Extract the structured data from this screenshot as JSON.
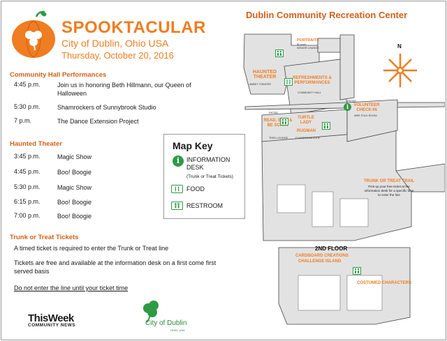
{
  "event": {
    "title": "SPOOKTACULAR",
    "city": "City of Dublin, Ohio USA",
    "date": "Thursday, October 20, 2016"
  },
  "community_hall": {
    "heading": "Community Hall Performances",
    "rows": [
      {
        "time": "4:45 p.m.",
        "desc": "Join us in honoring Beth Hillmann, our Queen of Halloween"
      },
      {
        "time": "5:30 p.m.",
        "desc": "Shamrockers of Sunnybrook Studio"
      },
      {
        "time": "7 p.m.",
        "desc": "The Dance Extension Project"
      }
    ]
  },
  "haunted_theater": {
    "heading": "Haunted Theater",
    "rows": [
      {
        "time": "3:45 p.m.",
        "desc": "Magic Show"
      },
      {
        "time": "4:45 p.m.",
        "desc": "Boo! Boogie"
      },
      {
        "time": "5:30 p.m.",
        "desc": "Magic Show"
      },
      {
        "time": "6:15 p.m.",
        "desc": "Boo! Boogie"
      },
      {
        "time": "7:00 p.m.",
        "desc": "Boo! Boogie"
      }
    ]
  },
  "trunk_or_treat": {
    "heading": "Trunk or Treat Tickets",
    "line1": "A timed ticket is required to enter the Trunk or Treat line",
    "line2": "Tickets are free and available at the information desk on a first come first served basis",
    "line3": "Do not enter the line until your ticket time"
  },
  "sponsors": {
    "thisweek_name": "ThisWeek",
    "thisweek_sub": "COMMUNITY NEWS",
    "city_of_dublin": "City of Dublin",
    "city_of_dublin_sub": "OHIO, USA"
  },
  "map": {
    "title": "Dublin Community Recreation Center",
    "compass_n": "N",
    "portraits": "PORTRAITS",
    "portraits_price": "$5 each",
    "senior_lounge": "SENIOR LOUNGE",
    "haunted_theater": "HAUNTED THEATER",
    "abbey_theater": "ABBEY THEATER",
    "refreshments": "REFRESHMENTS & PERFORMANCES",
    "community_hall": "COMMUNITY HALL",
    "enter_1": "ENTER",
    "enter_2": "ENTER",
    "volunteer_checkin": "VOLUNTEER CHECK-IN",
    "wee_folk_room": "WEE FOLK ROOM",
    "read_sing": "READ, SING & BE SCARY",
    "teen_lounge": "TEEN LOUNGE",
    "turtle_lady": "TURTLE LADY",
    "rugman": "RUGMAN",
    "classroom": "CLASSROOM A & B",
    "trunk_trail": "TRUNK OR TREAT TRAIL",
    "trunk_trail_note": "Pick-up your free ticket at the information desk for a specific time to enter the line",
    "second_floor": "2ND FLOOR",
    "cardboard": "CARDBOARD CREATIONS",
    "challenge_island": "CHALLENGE ISLAND",
    "costumed": "COSTUMED CHARACTERS"
  },
  "map_key": {
    "title": "Map Key",
    "info_symbol": "i",
    "info_label": "INFORMATION DESK",
    "info_sub": "(Trunk or Treat Tickets)",
    "food_label": "FOOD",
    "restroom_label": "RESTROOM"
  },
  "colors": {
    "orange": "#ef7d21",
    "dark_orange": "#d2601a",
    "green": "#2e9a45"
  }
}
